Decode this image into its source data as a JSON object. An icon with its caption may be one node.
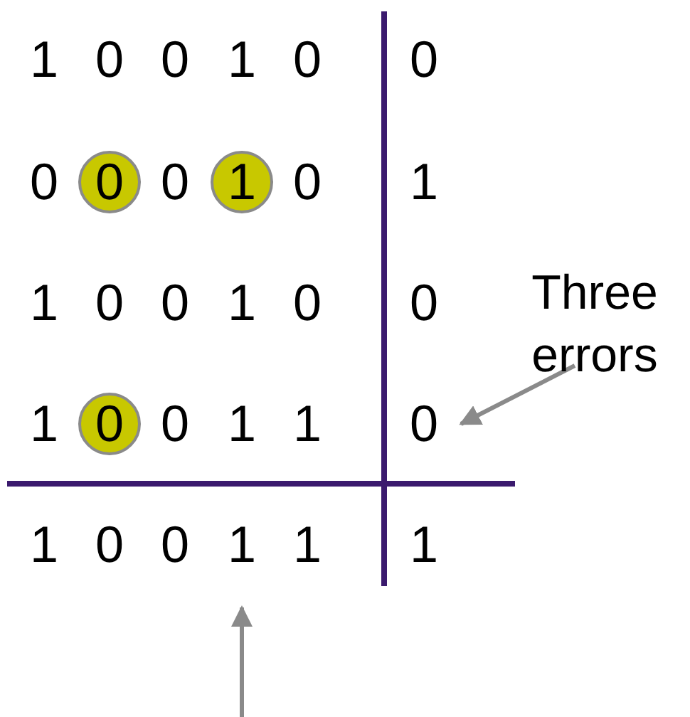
{
  "diagram": {
    "nodes": [
      {
        "text": [
          "0"
        ]
      },
      {
        "text": [
          "1"
        ]
      },
      {
        "text": [
          "Three errors"
        ]
      },
      {
        "text": [
          "0"
        ]
      },
      {
        "text": [
          "0"
        ]
      },
      {
        "text": [
          "1"
        ]
      }
    ],
    "edges": [
      {
        "from": 2,
        "to": 4,
        "arrow": "to"
      },
      {
        "from": null,
        "to": 5,
        "arrow": "to"
      }
    ],
    "labels": [
      "1",
      "0",
      "0",
      "1",
      "0",
      "0",
      "0",
      "0",
      "0",
      "1",
      "1",
      "0",
      "0",
      "1",
      "0",
      "0",
      "1",
      "0",
      "1",
      "1",
      "1",
      "0",
      "0",
      "1",
      "1"
    ]
  }
}
